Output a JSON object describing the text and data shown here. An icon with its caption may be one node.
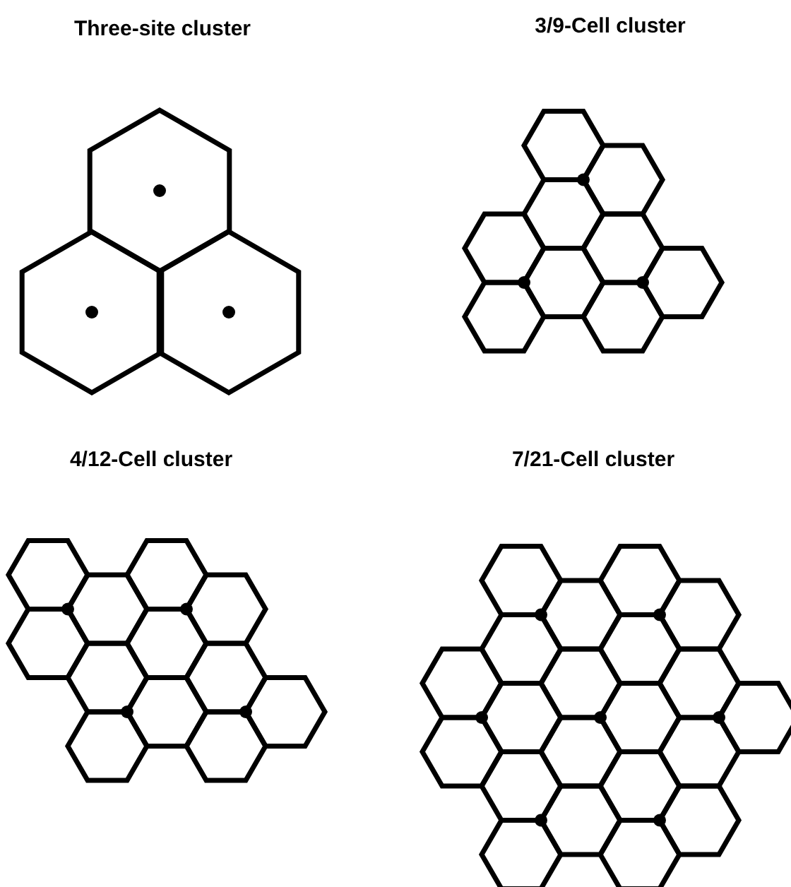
{
  "diagram": {
    "labels": [
      "Three-site cluster",
      "3/9-Cell cluster",
      "4/12-Cell cluster",
      "7/21-Cell cluster"
    ]
  }
}
